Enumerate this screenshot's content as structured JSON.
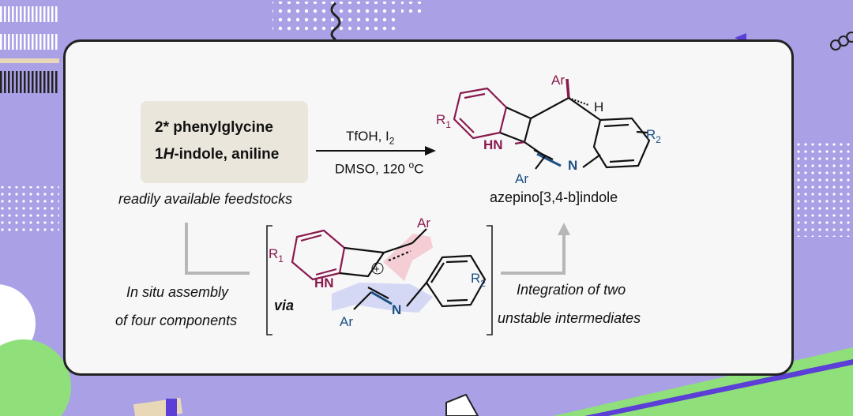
{
  "reagents": {
    "line1": "2* phenylglycine",
    "line2_prefix": "1",
    "line2_italic": "H",
    "line2_suffix": "-indole, aniline",
    "caption": "readily available feedstocks"
  },
  "conditions": {
    "top": "TfOH, I",
    "top_sub": "2",
    "bottom": "DMSO, 120 ",
    "bottom_sup": "o",
    "bottom_unit": "C"
  },
  "product": {
    "name": "azepino[3,4-b]indole",
    "atoms": {
      "ar_top": "Ar",
      "h": "H",
      "r1": "R",
      "r1_sub": "1",
      "hn": "HN",
      "r2": "R",
      "r2_sub": "2",
      "ar_bottom": "Ar",
      "n": "N"
    }
  },
  "intermediate": {
    "via": "via",
    "atoms": {
      "r1": "R",
      "r1_sub": "1",
      "ar": "Ar",
      "hn": "HN",
      "plus": "+",
      "r2": "R",
      "r2_sub": "2",
      "ar_bottom": "Ar",
      "n": "N"
    }
  },
  "left_text": {
    "line1": "In situ assembly",
    "line2": "of four components"
  },
  "right_text": {
    "line1": "Integration of two",
    "line2": "unstable intermediates"
  },
  "colors": {
    "background": "#a9a0e6",
    "accent_magenta": "#8a1a4e",
    "accent_blue": "#1d4f83",
    "highlight_pink": "#f3c9cf",
    "highlight_blue": "#cfd4f3",
    "green": "#8fe07a"
  }
}
